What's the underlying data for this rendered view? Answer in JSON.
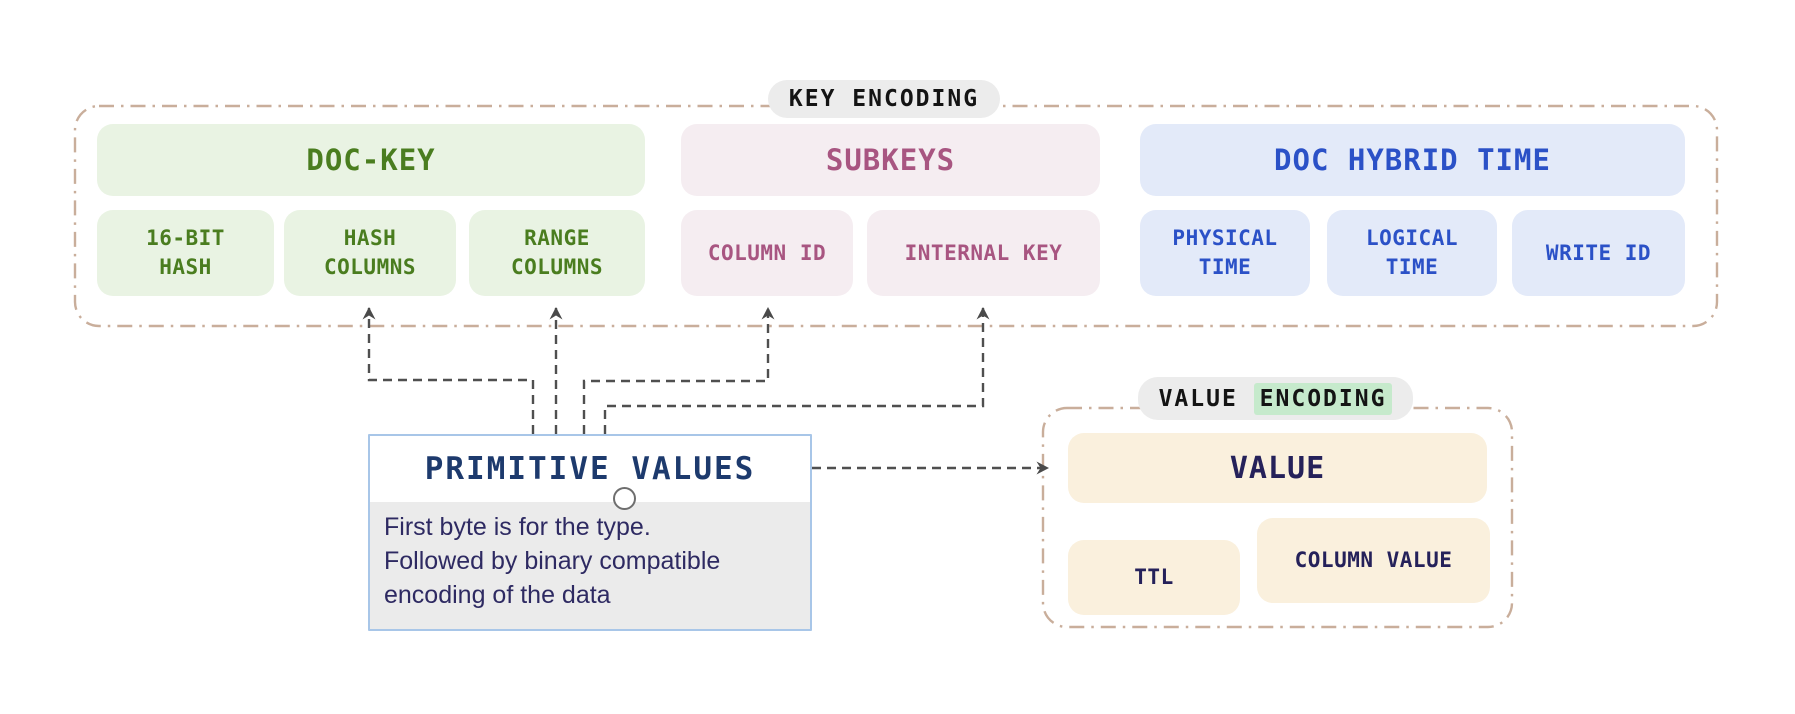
{
  "colors": {
    "container_border": "#C9AE9B",
    "arrow": "#4F4F4F",
    "doc_key_text": "#4A7D1F",
    "doc_key_bg": "#E9F3E3",
    "subkeys_text": "#A85581",
    "subkeys_bg": "#F5EDF1",
    "hybrid_time_text": "#2B51C7",
    "hybrid_time_bg": "#E3EAF9",
    "value_text": "#25215A",
    "value_bg": "#FAF0DD",
    "badge_bg": "#ECECEC",
    "badge_text": "#141414",
    "encoding_highlight": "#C6EACC",
    "primitive_border": "#A8C6E8",
    "primitive_title": "#1D3A6D",
    "primitive_body_bg": "#EBEBEB",
    "primitive_body_text": "#2E2A62"
  },
  "key_encoding": {
    "badge": "KEY ENCODING",
    "doc_key": {
      "title": "DOC-KEY",
      "items": [
        "16-BIT HASH",
        "HASH COLUMNS",
        "RANGE COLUMNS"
      ]
    },
    "subkeys": {
      "title": "SUBKEYS",
      "items": [
        "COLUMN ID",
        "INTERNAL KEY"
      ]
    },
    "doc_hybrid_time": {
      "title": "DOC HYBRID TIME",
      "items": [
        "PHYSICAL TIME",
        "LOGICAL TIME",
        "WRITE ID"
      ]
    }
  },
  "primitive_values": {
    "title": "PRIMITIVE VALUES",
    "description_lines": [
      "First byte is for the type.",
      "Followed by binary compatible",
      "encoding of the data"
    ]
  },
  "value_encoding": {
    "badge_prefix": "VALUE ",
    "badge_highlight": "ENCODING",
    "value_label": "VALUE",
    "ttl_label": "TTL",
    "column_value_label": "COLUMN VALUE"
  }
}
